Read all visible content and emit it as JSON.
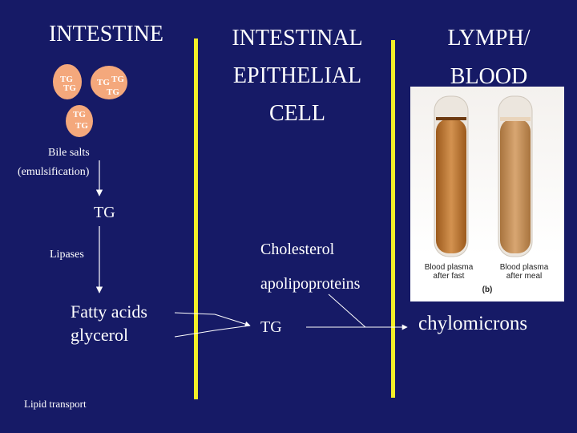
{
  "headers": {
    "intestine": "INTESTINE",
    "epithelial": [
      "INTESTINAL",
      "EPITHELIAL",
      "CELL"
    ],
    "lymph": [
      "LYMPH/",
      "BLOOD"
    ]
  },
  "droplets": {
    "d1": [
      "TG",
      "TG"
    ],
    "d2": [
      "TG",
      "TG",
      "TG"
    ],
    "d3": [
      "TG",
      "TG"
    ]
  },
  "labels": {
    "bile_salts": "Bile salts",
    "emulsification": "(emulsification)",
    "tg": "TG",
    "lipases": "Lipases",
    "fatty_acids": "Fatty acids",
    "glycerol": "glycerol",
    "lipid_transport": "Lipid transport",
    "cholesterol": "Cholesterol",
    "apolipoproteins": "apolipoproteins",
    "cell_tg": "TG",
    "chylomicrons": "chylomicrons"
  },
  "photo": {
    "caption_left": [
      "Blood plasma",
      "after fast"
    ],
    "caption_right": [
      "Blood plasma",
      "after meal"
    ],
    "panel": "(b)",
    "colors": {
      "fast": "#c07a2e",
      "meal": "#c9894a",
      "tube_glass": "#e9e3da"
    }
  },
  "colors": {
    "background": "#161a66",
    "divider": "#f2ee28",
    "droplet": "#f4a87c"
  }
}
